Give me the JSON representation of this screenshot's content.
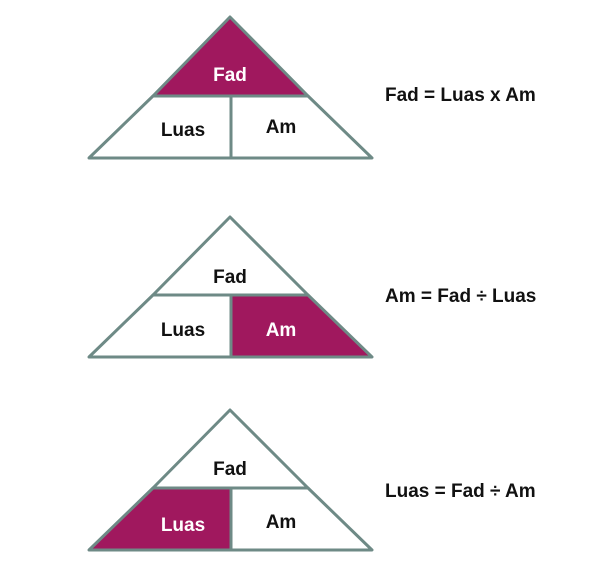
{
  "colors": {
    "highlight": "#A0185E",
    "stroke": "#6E8A86",
    "text_dark": "#111111",
    "text_light": "#ffffff"
  },
  "triangles": [
    {
      "highlighted": "top",
      "top_label": "Fad",
      "left_label": "Luas",
      "right_label": "Am",
      "formula": "Fad = Luas x Am"
    },
    {
      "highlighted": "right",
      "top_label": "Fad",
      "left_label": "Luas",
      "right_label": "Am",
      "formula": "Am = Fad ÷ Luas"
    },
    {
      "highlighted": "left",
      "top_label": "Fad",
      "left_label": "Luas",
      "right_label": "Am",
      "formula": "Luas = Fad ÷ Am"
    }
  ]
}
